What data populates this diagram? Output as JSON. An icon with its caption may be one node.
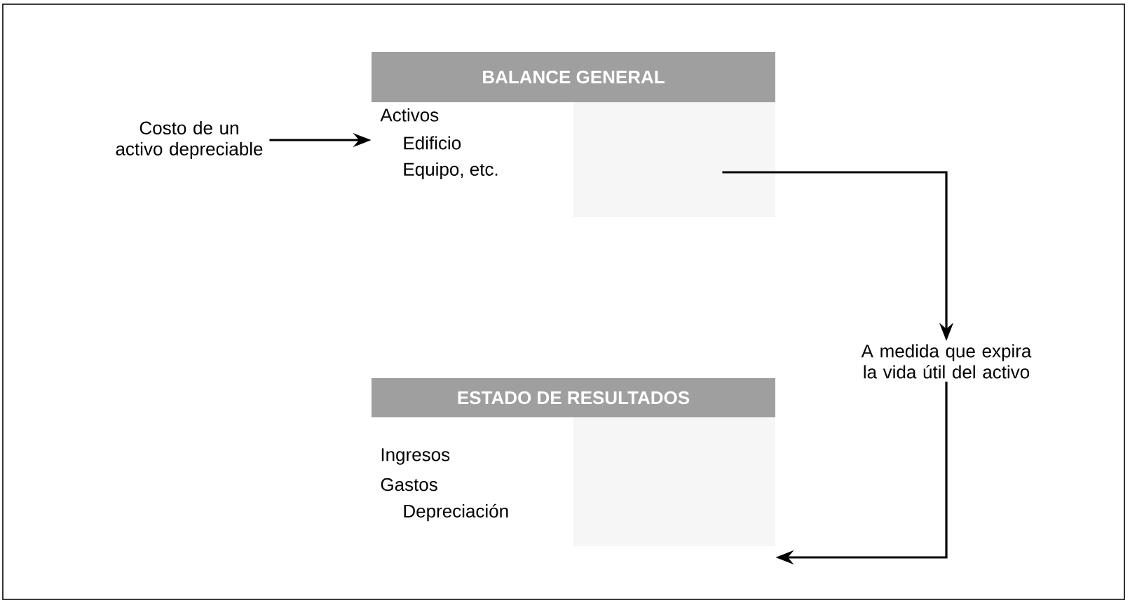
{
  "diagram": {
    "nodes": [
      {
        "text": [
          "Costo de un activo depreciable"
        ]
      },
      {
        "text": [
          "BALANCE GENERAL",
          "Activos",
          "Edificio",
          "Equipo, etc."
        ]
      },
      {
        "text": [
          "A medida que expira la vida útil del activo"
        ]
      },
      {
        "text": [
          "ESTADO DE RESULTADOS",
          "Ingresos",
          "Gastos",
          "Depreciación"
        ]
      }
    ],
    "edges": [
      {
        "from": 0,
        "to": 1,
        "arrow": "to"
      },
      {
        "from": 1,
        "to": 2,
        "arrow": "to"
      },
      {
        "from": 2,
        "to": 3,
        "arrow": "to"
      }
    ]
  }
}
